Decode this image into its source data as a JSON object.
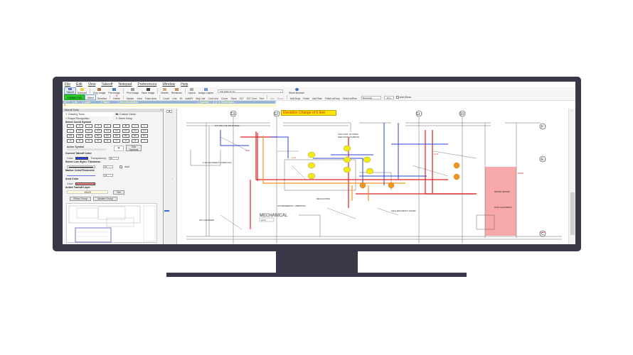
{
  "menubar": [
    "File",
    "Edit",
    "View",
    "Takeoff",
    "Notepad",
    "Preferences",
    "Window",
    "Help"
  ],
  "toolbar1": {
    "buttons": [
      "Takeoff",
      "Notepad",
      "Crop Image",
      "Pan Image",
      "Print Image",
      "Save Image",
      "Sheets",
      "Revisions",
      "Layers",
      "Assign Layers"
    ],
    "sheet_select": "078 P200 W TO",
    "sheet_browser": "Sheet Browser"
  },
  "toolbar2": {
    "status": "CONNECTED",
    "buttons": [
      "Select",
      "Deselect",
      "Delete",
      "Marker",
      "Area",
      "Trace Area",
      "Count",
      "Line",
      "90",
      "AutoFit",
      "Seg Line",
      "Cont Line",
      "Curve",
      "Trace",
      "SLT",
      "SLT Cont",
      "Text",
      "Add",
      "Break",
      "Add Drop",
      "Finish",
      "Add Rise",
      "Finish w/Drop",
      "Finish w/Rise"
    ],
    "shape_select": "Rectangle",
    "size_value": "10.0",
    "add_elbow": "Add Elbow"
  },
  "table": {
    "columns": [
      "#",
      "T",
      "Sn",
      "Layer",
      "Takeo",
      "Item Description",
      "Quantity",
      "U",
      "Sheet Name"
    ],
    "row": [
      "0"
    ]
  },
  "left_panel": {
    "title": "Takeoff Tools",
    "tabs": [
      "Drawing Tools",
      "Custom Views"
    ],
    "tabs2": [
      "Shape Recognition",
      "Sheet Setup"
    ],
    "select_count_symbol": "Select Count Symbol",
    "symbols": [
      "✓",
      "✕",
      "□",
      "●",
      "+",
      "○",
      "■",
      "◇",
      "╲",
      "╱",
      "F6",
      "F1",
      "F2",
      "F3",
      "F4",
      "F5",
      "F6",
      "F7",
      "F8",
      "F9",
      "B1",
      "B2",
      "B3",
      "B4",
      "B5",
      "B6",
      "B7",
      "A",
      "B",
      "C",
      "D",
      "E",
      "F",
      "G",
      "H",
      "I"
    ],
    "active_symbol": "Active Symbol",
    "edit_symbols": "Edit Symbols",
    "current_color_label": "Current Takeoff Color",
    "color_label": "Color:",
    "transparency_label": "Transparency:",
    "transparency_value": "30",
    "line_style_label": "Select Line Style / Thickness",
    "line_thickness": "10",
    "auto_label": "Auto",
    "marker_label": "Marker Color/Thickness",
    "marker_thickness": "13",
    "area_color_label": "Area Color",
    "area_color_text": "Color:",
    "active_layer_label": "Active Takeoff Layer",
    "active_layer_value": "15029",
    "set_button": "Set",
    "show_group": "Show Group",
    "update_group": "Update Group"
  },
  "drawing": {
    "annotation": "Elevation Change of 6 feet",
    "grid_labels": [
      "13",
      "12",
      "11",
      "10",
      "F",
      "E",
      "C"
    ],
    "room_label": "MECHANICAL",
    "room_number": "H211"
  },
  "colors": {
    "takeoff_color": "#2b3ff0",
    "area_color": "#f28080",
    "connected": "#2ecc2e",
    "monitor": "#393848",
    "annotation_bg": "#ffe600"
  }
}
